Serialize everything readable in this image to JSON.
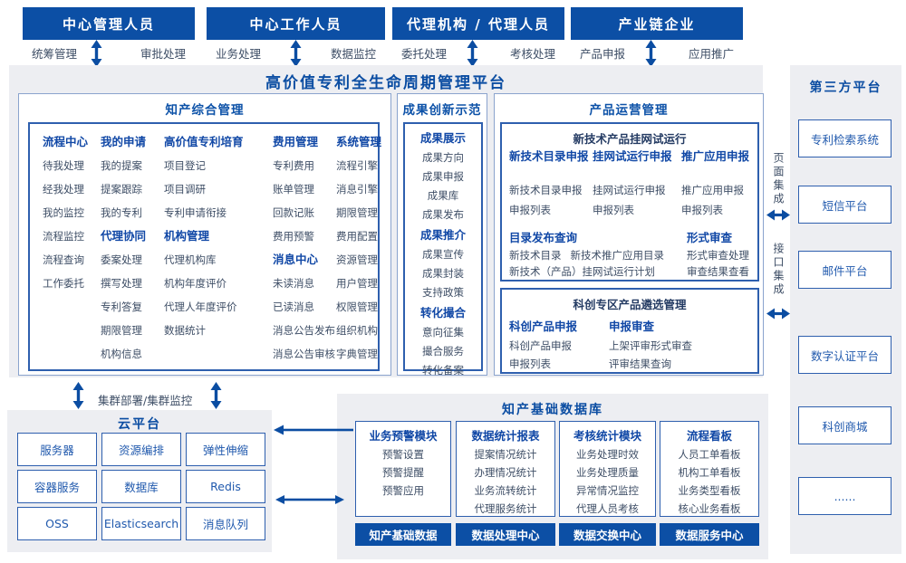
{
  "colors": {
    "primary_blue": "#0c4fa5",
    "border_blue": "#2e5fae",
    "header_text_blue": "#1148a6",
    "item_text": "#3e4e66",
    "panel_gray": "#edeef2",
    "dark_subtitle": "#243b63"
  },
  "top_roles": [
    {
      "title": "中心管理人员",
      "left_label": "统筹管理",
      "right_label": "审批处理"
    },
    {
      "title": "中心工作人员",
      "left_label": "业务处理",
      "right_label": "数据监控"
    },
    {
      "title": "代理机构 / 代理人员",
      "left_label": "委托处理",
      "right_label": "考核处理"
    },
    {
      "title": "产业链企业",
      "left_label": "产品申报",
      "right_label": "应用推广"
    }
  ],
  "platform": {
    "title": "高价值专利全生命周期管理平台",
    "sections": {
      "zhichan": {
        "title": "知产综合管理",
        "columns": [
          [
            {
              "header": "流程中心",
              "items": [
                "待我处理",
                "经我处理",
                "我的监控",
                "流程监控",
                "流程查询",
                "工作委托"
              ]
            }
          ],
          [
            {
              "header": "我的申请",
              "items": [
                "我的提案",
                "提案跟踪",
                "我的专利"
              ]
            },
            {
              "header": "代理协同",
              "items": [
                "委案处理",
                "撰写处理",
                "专利答复",
                "期限管理",
                "机构信息"
              ]
            }
          ],
          [
            {
              "header": "高价值专利培育",
              "items": [
                "项目登记",
                "项目调研",
                "专利申请衔接"
              ]
            },
            {
              "header": "机构管理",
              "items": [
                "代理机构库",
                "机构年度评价",
                "代理人年度评价",
                "数据统计"
              ]
            }
          ],
          [
            {
              "header": "费用管理",
              "items": [
                "专利费用",
                "账单管理",
                "回款记账",
                "费用预警"
              ]
            },
            {
              "header": "消息中心",
              "items": [
                "未读消息",
                "已读消息",
                "消息公告发布",
                "消息公告审核"
              ]
            }
          ],
          [
            {
              "header": "系统管理",
              "items": [
                "流程引擎",
                "消息引擎",
                "期限管理",
                "费用配置",
                "资源管理",
                "用户管理",
                "权限管理",
                "组织机构",
                "字典管理"
              ]
            }
          ]
        ]
      },
      "chengguo": {
        "title": "成果创新示范",
        "groups": [
          {
            "header": "成果展示",
            "items": [
              "成果方向",
              "成果申报",
              "成果库",
              "成果发布"
            ]
          },
          {
            "header": "成果推介",
            "items": [
              "成果宣传",
              "成果封装",
              "支持政策"
            ]
          },
          {
            "header": "转化撮合",
            "items": [
              "意向征集",
              "撮合服务",
              "转化备案"
            ]
          }
        ]
      },
      "chanpin": {
        "title": "产品运营管理",
        "sub1": {
          "title": "新技术产品挂网试运行",
          "top_groups": [
            {
              "header": "新技术目录申报",
              "items": [
                "新技术目录申报",
                "申报列表"
              ]
            },
            {
              "header": "挂网试运行申报",
              "items": [
                "挂网试运行申报",
                "申报列表"
              ]
            },
            {
              "header": "推广应用申报",
              "items": [
                "推广应用申报",
                "申报列表"
              ]
            }
          ],
          "bottom_left": {
            "header": "目录发布查询",
            "items": [
              "新技术目录",
              "新技术推广应用目录",
              "新技术（产品）挂网试运行计划"
            ]
          },
          "bottom_right": {
            "header": "形式审查",
            "items": [
              "形式审查处理",
              "审查结果查看"
            ]
          }
        },
        "sub2": {
          "title": "科创专区产品遴选管理",
          "groups": [
            {
              "header": "科创产品申报",
              "items": [
                "科创产品申报",
                "申报列表"
              ]
            },
            {
              "header": "申报审查",
              "items": [
                "上架评审形式审查",
                "评审结果查询"
              ]
            }
          ]
        }
      }
    }
  },
  "integration": {
    "page_label": "页面集成",
    "interface_label": "接口集成"
  },
  "third_party": {
    "title": "第三方平台",
    "items": [
      "专利检索系统",
      "短信平台",
      "邮件平台",
      "数字认证平台",
      "科创商城",
      "......"
    ]
  },
  "cluster_label": "集群部署/集群监控",
  "cloud": {
    "title": "云平台",
    "items": [
      "服务器",
      "资源编排",
      "弹性伸缩",
      "容器服务",
      "数据库",
      "Redis",
      "OSS",
      "Elasticsearch",
      "消息队列"
    ]
  },
  "database": {
    "title": "知产基础数据库",
    "modules": [
      {
        "header": "业务预警模块",
        "items": [
          "预警设置",
          "预警提醒",
          "预警应用"
        ]
      },
      {
        "header": "数据统计报表",
        "items": [
          "提案情况统计",
          "办理情况统计",
          "业务流转统计",
          "代理服务统计"
        ]
      },
      {
        "header": "考核统计模块",
        "items": [
          "业务处理时效",
          "业务处理质量",
          "异常情况监控",
          "代理人员考核"
        ]
      },
      {
        "header": "流程看板",
        "items": [
          "人员工单看板",
          "机构工单看板",
          "业务类型看板",
          "核心业务看板"
        ]
      }
    ],
    "footer": [
      "知产基础数据",
      "数据处理中心",
      "数据交换中心",
      "数据服务中心"
    ]
  }
}
